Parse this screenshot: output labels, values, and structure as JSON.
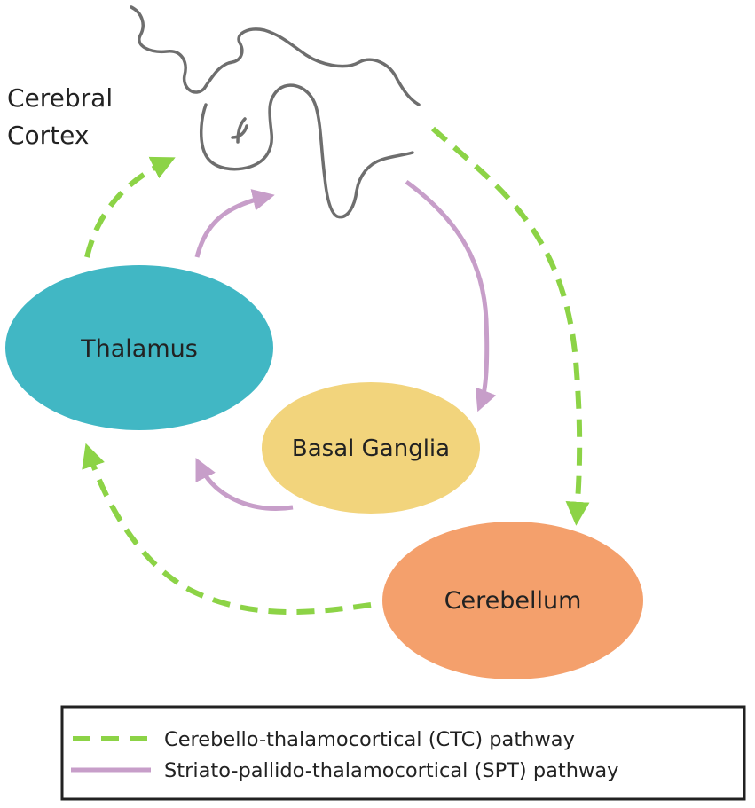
{
  "colors": {
    "ctc_pathway": "#8cd346",
    "spt_pathway": "#c79ec9",
    "thalamus": "#41b7c4",
    "basal_ganglia": "#f2d47c",
    "cerebellum": "#f4a06c",
    "cortex_outline": "#6e6e6e",
    "legend_border": "#222222"
  },
  "cortex": {
    "label_line1": "Cerebral",
    "label_line2": "Cortex"
  },
  "nodes": {
    "thalamus": "Thalamus",
    "basal_ganglia": "Basal Ganglia",
    "cerebellum": "Cerebellum"
  },
  "legend": {
    "ctc": "Cerebello-thalamocortical (CTC) pathway",
    "spt": "Striato-pallido-thalamocortical (SPT) pathway"
  }
}
